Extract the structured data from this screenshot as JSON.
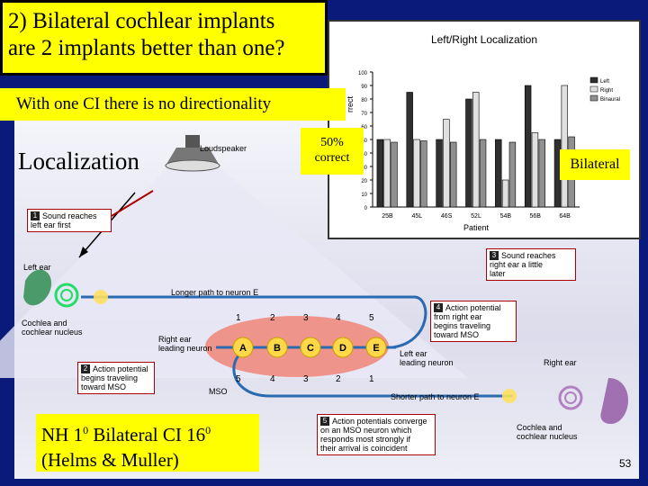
{
  "title": {
    "line1": "2) Bilateral cochlear implants",
    "line2": "are 2 implants better than one?"
  },
  "subtitle": "With one CI there is no directionality",
  "localization_label": "Localization",
  "percent_callout": {
    "line1": "50%",
    "line2": "correct"
  },
  "bilateral_label": "Bilateral",
  "nh_note": {
    "line1_prefix": "NH 1",
    "line1_sup": "0",
    "line1_mid": " Bilateral CI 16",
    "line1_sup2": "0",
    "line2": "(Helms & Muller)"
  },
  "page_number": "53",
  "colors": {
    "background": "#0a1a7a",
    "highlight": "#ffff00",
    "mso": "#f08070"
  },
  "chart_data": {
    "type": "bar",
    "title": "Left/Right Localization",
    "xlabel": "Patient",
    "ylabel": "rrect",
    "ylim": [
      0,
      100
    ],
    "yticks": [
      "0",
      "10",
      "20",
      "30",
      "40",
      "50",
      "60",
      "70",
      "80",
      "90",
      "100"
    ],
    "categories": [
      "25B",
      "45L",
      "46S",
      "52L",
      "54B",
      "56B",
      "64B"
    ],
    "series": [
      {
        "name": "Left",
        "color": "#303030",
        "values": [
          50,
          85,
          50,
          80,
          50,
          90,
          50
        ]
      },
      {
        "name": "Right",
        "color": "#e0e0e0",
        "values": [
          50,
          50,
          65,
          85,
          20,
          55,
          90
        ]
      },
      {
        "name": "Binaural",
        "color": "#909090",
        "values": [
          48,
          49,
          48,
          50,
          48,
          50,
          52
        ]
      }
    ],
    "legend_position": "top-right"
  },
  "diagram": {
    "loudspeaker": "Loudspeaker",
    "left_ear": "Left ear",
    "right_ear": "Right ear",
    "cochlea_left": "Cochlea and\ncochlear nucleus",
    "cochlea_right": "Cochlea and\ncochlear nucleus",
    "longer_path": "Longer path to neuron E",
    "shorter_path": "Shorter path to neuron E",
    "right_ear_leading": "Right ear\nleading neuron",
    "left_ear_leading": "Left ear\nleading neuron",
    "mso": "MSO",
    "neurons": [
      "A",
      "B",
      "C",
      "D",
      "E"
    ],
    "top_numbers": [
      "1",
      "2",
      "3",
      "4",
      "5"
    ],
    "bottom_numbers": [
      "5",
      "4",
      "3",
      "2",
      "1"
    ],
    "steps": [
      {
        "num": "1",
        "text": "Sound reaches\nleft ear first"
      },
      {
        "num": "2",
        "text": "Action potential\nbegins traveling\ntoward MSO"
      },
      {
        "num": "3",
        "text": "Sound reaches\nright ear a little\nlater"
      },
      {
        "num": "4",
        "text": "Action potential\nfrom right ear\nbegins traveling\ntoward MSO"
      },
      {
        "num": "5",
        "text": "Action potentials converge\non an MSO neuron which\nresponds most strongly if\ntheir arrival is coincident"
      }
    ]
  }
}
